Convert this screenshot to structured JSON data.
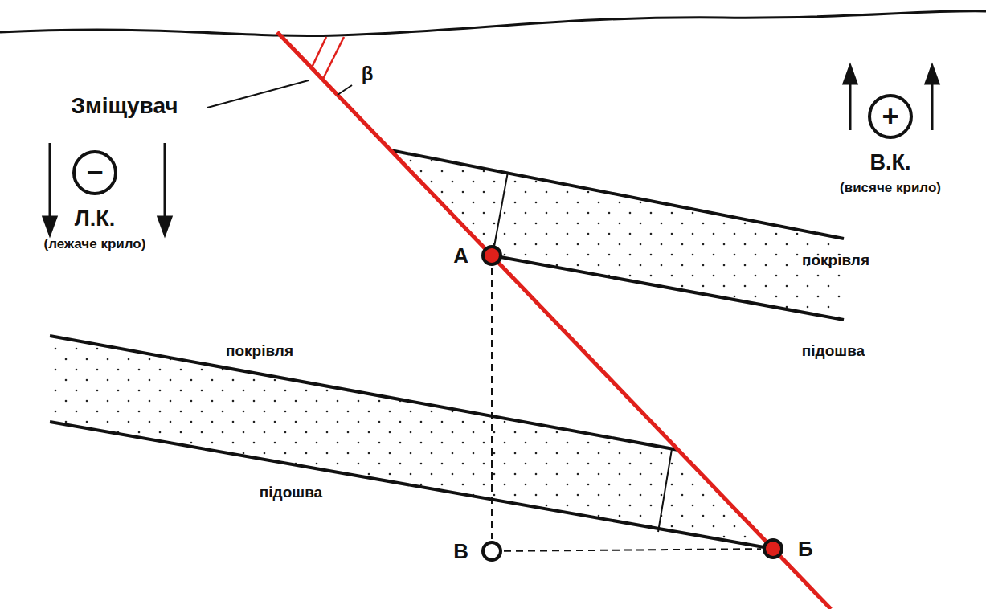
{
  "diagram": {
    "nodes": [
      {
        "text": [
          "−",
          "Л.К.",
          "(лежаче крило)"
        ]
      },
      {
        "text": [
          "+",
          "В.К.",
          "(висяче крило)"
        ]
      },
      {
        "text": [
          "А"
        ]
      },
      {
        "text": [
          "Б"
        ]
      },
      {
        "text": [
          "В"
        ]
      }
    ],
    "edges": [
      {
        "from": 2,
        "to": 4,
        "arrow": "none"
      },
      {
        "from": 4,
        "to": 3,
        "arrow": "none"
      }
    ],
    "labels": [
      "Зміщувач",
      "β",
      "покрівля",
      "підошва",
      "покрівля",
      "підошва"
    ]
  }
}
